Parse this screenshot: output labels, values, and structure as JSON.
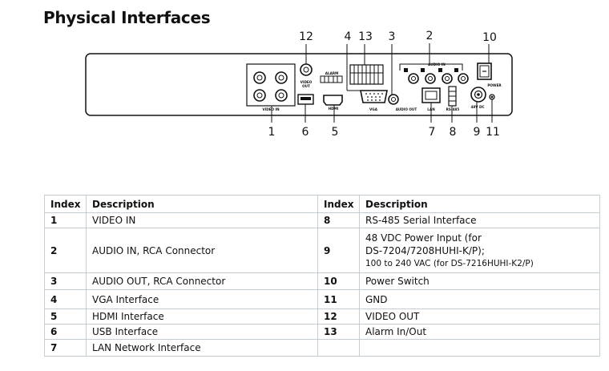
{
  "title": "Physical Interfaces",
  "diagram": {
    "callouts": {
      "c12": "12",
      "c4": "4",
      "c13": "13",
      "c3": "3",
      "c2": "2",
      "c10": "10",
      "c1": "1",
      "c6": "6",
      "c5": "5",
      "c7": "7",
      "c8": "8",
      "c9": "9",
      "c11": "11"
    },
    "panel_labels": {
      "video_in": "VIDEO IN",
      "video_out_1": "VIDEO",
      "video_out_2": "OUT",
      "alarm": "ALARM",
      "audio_in": "AUDIO IN",
      "power": "POWER",
      "hdmi": "HDMI",
      "vga": "VGA",
      "audio_out": "AUDIO OUT",
      "lan": "LAN",
      "rs485": "RS-485",
      "vdc": "48V DC"
    }
  },
  "table": {
    "headers": {
      "index": "Index",
      "description": "Description"
    },
    "rows": [
      {
        "left_index": "1",
        "left_desc": "VIDEO IN",
        "right_index": "8",
        "right_desc": "RS-485 Serial Interface"
      },
      {
        "left_index": "2",
        "left_desc": "AUDIO IN, RCA Connector",
        "right_index": "9",
        "right_line1": "48 VDC Power Input (for",
        "right_line2": "DS-7204/7208HUHI-K/P);",
        "right_line3": "100 to 240 VAC (for DS-7216HUHI-K2/P)"
      },
      {
        "left_index": "3",
        "left_desc": "AUDIO OUT, RCA Connector",
        "right_index": "10",
        "right_desc": "Power Switch"
      },
      {
        "left_index": "4",
        "left_desc": "VGA Interface",
        "right_index": "11",
        "right_desc": "GND"
      },
      {
        "left_index": "5",
        "left_desc": "HDMI Interface",
        "right_index": "12",
        "right_desc": "VIDEO OUT"
      },
      {
        "left_index": "6",
        "left_desc": "USB Interface",
        "right_index": "13",
        "right_desc": "Alarm In/Out"
      },
      {
        "left_index": "7",
        "left_desc": "LAN Network Interface",
        "right_index": "",
        "right_desc": ""
      }
    ]
  }
}
